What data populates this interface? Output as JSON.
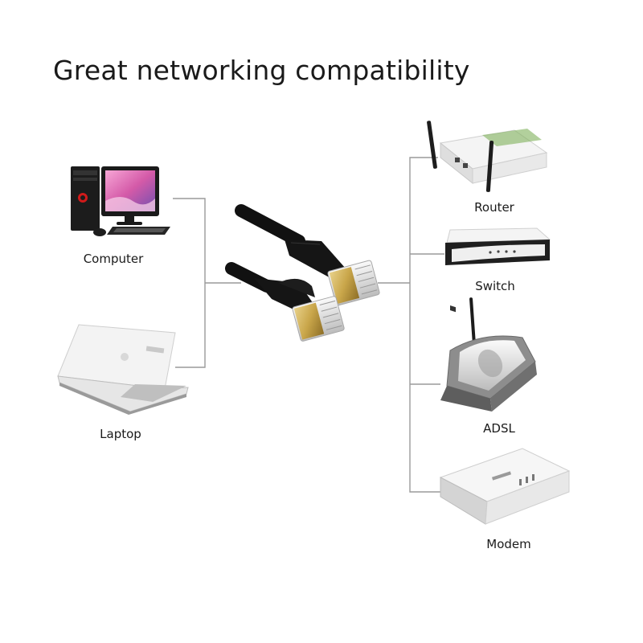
{
  "title": "Great networking compatibility",
  "left_devices": [
    {
      "label": "Computer",
      "icon": "desktop-computer-icon"
    },
    {
      "label": "Laptop",
      "icon": "laptop-icon"
    }
  ],
  "center": {
    "icon": "ethernet-cable-icon"
  },
  "right_devices": [
    {
      "label": "Router",
      "icon": "router-icon"
    },
    {
      "label": "Switch",
      "icon": "network-switch-icon"
    },
    {
      "label": "ADSL",
      "icon": "adsl-modem-icon"
    },
    {
      "label": "Modem",
      "icon": "modem-icon"
    }
  ],
  "colors": {
    "cable": "#111111",
    "connector_gold": "#c9a64a",
    "line": "#9a9a9a",
    "device_white": "#f2f2f2"
  }
}
